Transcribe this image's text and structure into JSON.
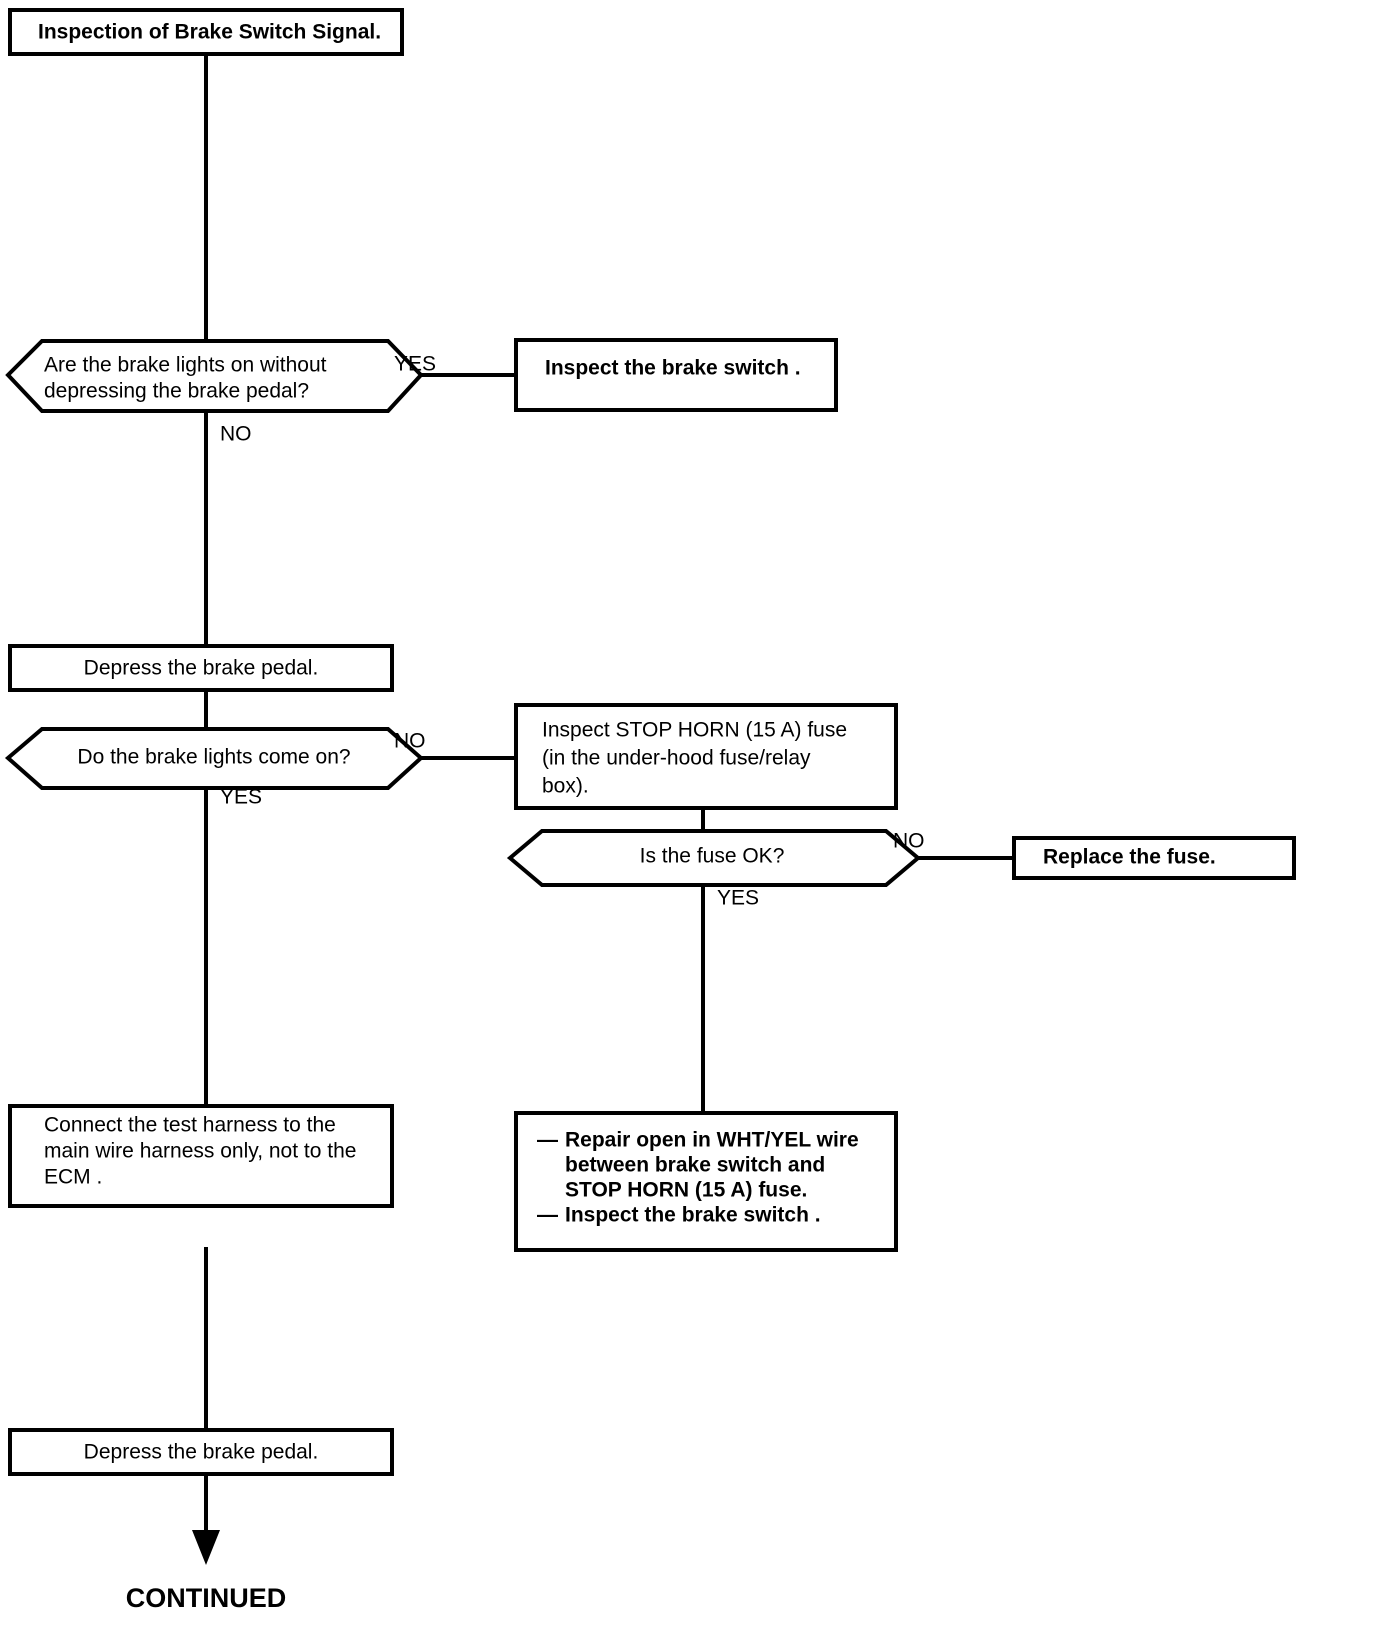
{
  "document": {
    "type": "troubleshooting-flowchart",
    "title": "Inspection of Brake Switch Signal."
  },
  "nodes": {
    "start": {
      "label": "Inspection of Brake Switch Signal.",
      "shape": "process"
    },
    "decision_brake_lights_on": {
      "label_line1": "Are the brake lights on without",
      "label_line2": "depressing the brake pedal?",
      "shape": "decision"
    },
    "inspect_brake_switch": {
      "label": "Inspect the brake switch .",
      "shape": "process"
    },
    "depress_pedal_1": {
      "label": "Depress the brake pedal.",
      "shape": "process"
    },
    "decision_lights_come_on": {
      "label": "Do the brake lights come on?",
      "shape": "decision"
    },
    "inspect_fuse": {
      "label_line1": "Inspect STOP HORN (15 A) fuse",
      "label_line2": "(in   the   under-hood   fuse/relay",
      "label_line3": "box).",
      "shape": "process"
    },
    "decision_fuse_ok": {
      "label": "Is the fuse OK?",
      "shape": "decision"
    },
    "replace_fuse": {
      "label": "Replace the fuse.",
      "shape": "process"
    },
    "connect_harness": {
      "label_line1": "Connect  the  test  harness  to  the",
      "label_line2": "main wire harness only, not to the",
      "label_line3": "ECM .",
      "shape": "process"
    },
    "repair_open": {
      "bullet1_dash": "—",
      "bullet1_line1": "Repair open in WHT/YEL wire",
      "bullet1_line2": "between   brake   switch   and",
      "bullet1_line3": "STOP HORN (15 A) fuse.",
      "bullet2_dash": "—",
      "bullet2_line1": "Inspect the brake switch .",
      "shape": "process"
    },
    "depress_pedal_2": {
      "label": "Depress the brake pedal.",
      "shape": "process"
    },
    "continued": {
      "label": "CONTINUED",
      "shape": "terminator"
    }
  },
  "branch_labels": {
    "brake_lights_on_yes": "YES",
    "brake_lights_on_no": "NO",
    "lights_come_on_no": "NO",
    "lights_come_on_yes": "YES",
    "fuse_ok_no": "NO",
    "fuse_ok_yes": "YES"
  },
  "colors": {
    "stroke": "#000000",
    "fill": "#ffffff",
    "text": "#000000"
  }
}
